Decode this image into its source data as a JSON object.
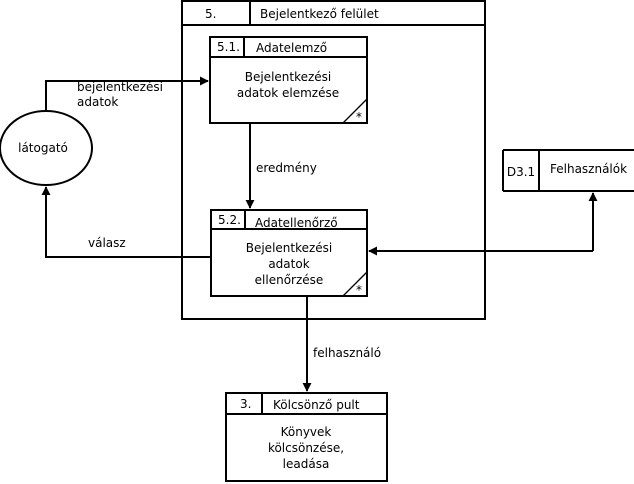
{
  "outer_process": {
    "number": "5.",
    "title": "Bejelentkező felület"
  },
  "process_5_1": {
    "number": "5.1.",
    "title": "Adatelemző",
    "body": [
      "Bejelentkezési",
      "adatok elemzése"
    ],
    "corner_mark": "*"
  },
  "process_5_2": {
    "number": "5.2.",
    "title": "Adatellenőrző",
    "body": [
      "Bejelentkezési",
      "adatok",
      "ellenőrzése"
    ],
    "corner_mark": "*"
  },
  "process_3": {
    "number": "3.",
    "title": "Kölcsönző pult",
    "body": [
      "Könyvek",
      "kölcsönzése,",
      "leadása"
    ]
  },
  "external_entity": {
    "label": "látogató"
  },
  "data_store": {
    "id": "D3.1",
    "label": "Felhasználók"
  },
  "flows": {
    "login_data": [
      "bejelentkezési",
      "adatok"
    ],
    "result": "eredmény",
    "response": "válasz",
    "user": "felhasználó"
  }
}
